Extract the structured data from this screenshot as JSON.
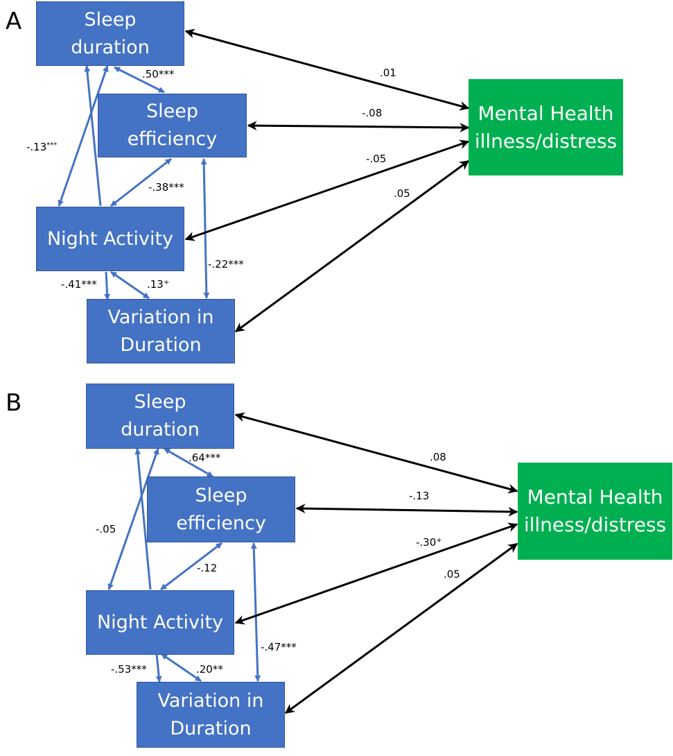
{
  "colors": {
    "box": "#4472c4",
    "mental_box": "#00b050",
    "blue_arrow": "#4472c4",
    "black_arrow": "#000000"
  },
  "panels": [
    {
      "label": "A",
      "nodes": {
        "sleep_duration": "Sleep\nduration",
        "sleep_efficiency": "Sleep\nefficiency",
        "night_activity": "Night Activity",
        "variation": "Variation in\nDuration",
        "mental_health": "Mental Health\nillness/distress"
      },
      "coefficients": {
        "duration_efficiency": ".50***",
        "duration_night": "-.13",
        "duration_night_sig": "***",
        "efficiency_night": "-.38***",
        "efficiency_variation": "-.22***",
        "night_variation_left": "-.41***",
        "night_variation_right": ".13",
        "night_variation_right_sig": "+",
        "duration_mental": ".01",
        "efficiency_mental": "-.08",
        "night_mental": "-.05",
        "variation_mental": ".05"
      }
    },
    {
      "label": "B",
      "nodes": {
        "sleep_duration": "Sleep\nduration",
        "sleep_efficiency": "Sleep\nefficiency",
        "night_activity": "Night Activity",
        "variation": "Variation in\nDuration",
        "mental_health": "Mental Health\nillness/distress"
      },
      "coefficients": {
        "duration_efficiency": ".64***",
        "duration_night": "-.05",
        "duration_night_sig": "",
        "efficiency_night": "-.12",
        "efficiency_variation": "-.47***",
        "night_variation_left": "-.53***",
        "night_variation_right": ".20**",
        "night_variation_right_sig": "",
        "duration_mental": ".08",
        "efficiency_mental": "-.13",
        "night_mental": "-.30",
        "night_mental_sig": "+",
        "variation_mental": ".05"
      }
    }
  ]
}
